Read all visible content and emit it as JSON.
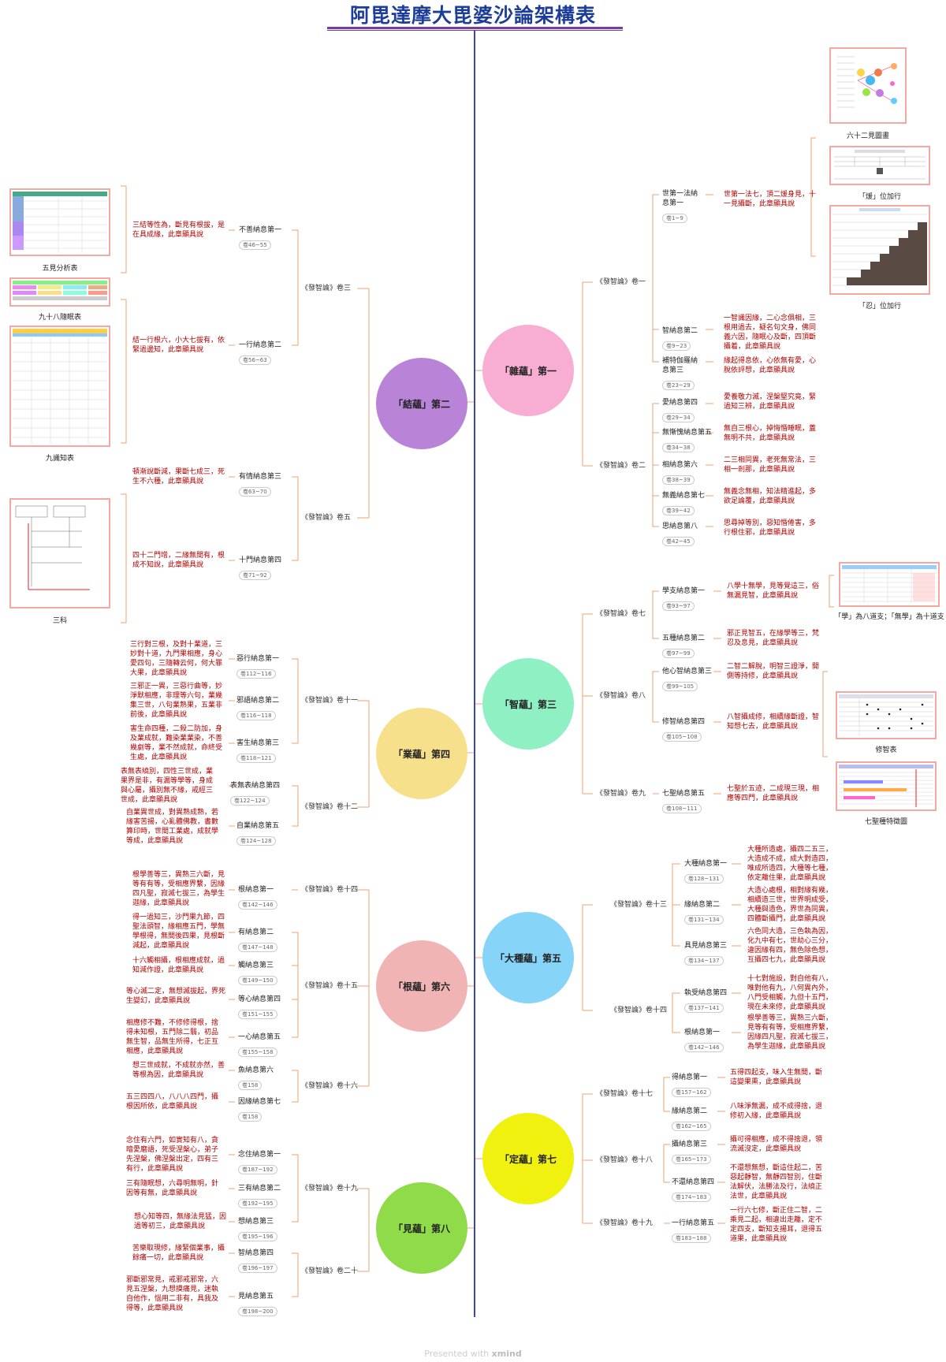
{
  "title": "阿毘達摩大毘婆沙論架構表",
  "footer": {
    "prefix": "Presented with",
    "brand": "xmind"
  },
  "skandhas": {
    "s1": "「雜蘊」第一",
    "s2": "「結蘊」第二",
    "s3": "「智蘊」第三",
    "s4": "「業蘊」第四",
    "s5": "「大種蘊」第五",
    "s6": "「根蘊」第六",
    "s7": "「定蘊」第七",
    "s8": "「見蘊」第八"
  },
  "books": {
    "b1": "《發智論》卷一",
    "b2": "《發智論》卷二",
    "b3": "《發智論》卷三",
    "b5": "《發智論》卷五",
    "b7": "《發智論》卷七",
    "b8": "《發智論》卷八",
    "b9": "《發智論》卷九",
    "b11": "《發智論》卷十一",
    "b12": "《發智論》卷十二",
    "b13": "《發智論》卷十三",
    "b14": "《發智論》卷十四",
    "b14b": "《發智論》卷十四",
    "b15": "《發智論》卷十五",
    "b16": "《發智論》卷十六",
    "b17": "《發智論》卷十七",
    "b18": "《發智論》卷十八",
    "b19": "《發智論》卷十九",
    "b19b": "《發智論》卷十九",
    "b20": "《發智論》卷二十"
  },
  "nodes": {
    "n11": {
      "label": "世第一法納息第一",
      "range": "卷1~9",
      "desc": "世第一法七，頂二煖身見，十一見攝斷，此章顯具說"
    },
    "n12": {
      "label": "智納息第二",
      "range": "卷9~23",
      "desc": "一智識因緣，二心念俱相，三根用過去，疑名句文身，佛同義六因，隨眠心及斷，四頂斷攝着，此章顯具說"
    },
    "n13": {
      "label": "補特伽羅納息第三",
      "range": "卷23~29",
      "desc": "緣起得息依，心依無有愛，心脫依評想，此章顯具說"
    },
    "n14": {
      "label": "愛納息第四",
      "range": "卷29~34",
      "desc": "愛養敬力滅，涅槃堅究竟，緊過知三辨，此章顯具說"
    },
    "n15": {
      "label": "無慚愧納息第五",
      "range": "卷34~38",
      "desc": "無自三根心，掉悔惛睡眠，蓋無明不共，此章顯具說"
    },
    "n16": {
      "label": "相納息第六",
      "range": "卷38~39",
      "desc": "二三相同異，老死無常法，三相一剎那，此章顯具說"
    },
    "n17": {
      "label": "無義納息第七",
      "range": "卷39~42",
      "desc": "無義念無相，知法精進起，多欲足論覆，此章顯具說"
    },
    "n18": {
      "label": "思納息第八",
      "range": "卷42~45",
      "desc": "思尋掉等別，惡知惛倦害，多行根住邪，此章顯具說"
    },
    "n21": {
      "label": "不善納息第一",
      "range": "卷46~55",
      "desc": "三結等性為，斷見有根拔，是在具成緣，此章顯具說"
    },
    "n22": {
      "label": "一行納息第二",
      "range": "卷56~63",
      "desc": "結一行根六，小大七拔有，依緊過邊知，此章顯具說"
    },
    "n23": {
      "label": "有情納息第三",
      "range": "卷63~70",
      "desc": "頓漸說斷減，果斷七成三，死生不六種，此章顯具說"
    },
    "n24": {
      "label": "十門納息第四",
      "range": "卷71~92",
      "desc": "四十二門增，二緣無間有，根成不知說，此章顯具說"
    },
    "n31": {
      "label": "學支納息第一",
      "range": "卷93~97",
      "desc": "八學十無學，見等覺這三，俗無漏見智，此章顯具說"
    },
    "n32": {
      "label": "五種納息第二",
      "range": "卷97~99",
      "desc": "邪正見智五，在緣學等三，梵忍及息見，此章顯具說"
    },
    "n33": {
      "label": "他心智納息第三",
      "range": "卷99~105",
      "desc": "二智二解脫，明智三證淨，開側等持修，此章顯具說"
    },
    "n34": {
      "label": "修智納息第四",
      "range": "卷105~108",
      "desc": "八智攝成修，相續緣斷證，智知想七去，此章顯具說"
    },
    "n35": {
      "label": "七聖納息第五",
      "range": "卷108~111",
      "desc": "七聖於五迹，二成現三現，相應等四門，此章顯具說"
    },
    "n41": {
      "label": "惡行納息第一",
      "range": "卷112~116",
      "desc": "三行對三根，及對十業道，三妙對十道，九門果相應，身心愛四句，三隨轉云何，何大罪大果，此章顯具說"
    },
    "n42": {
      "label": "邪語納息第二",
      "range": "卷116~118",
      "desc": "三邪正一異，三惡行曲等，妙淨默相應，非理等六句，業幾集三世，八句業熟果，五業非前後，此章顯具說"
    },
    "n43": {
      "label": "害生納息第三",
      "range": "卷118~121",
      "desc": "害生命四種，二殺二防加，身及業成就，難染業業染，不善幾劇等，業不然成就，命終受生處，此章顯具說"
    },
    "n44": {
      "label": "表無表納息第四",
      "range": "卷122~124",
      "desc": "表無表繞別，四性三世成，業果界是非，有漏等學等，身成與心屬，攝別無不緣，戒經三世成，此章顯具說"
    },
    "n45": {
      "label": "自業納息第五",
      "range": "卷124~128",
      "desc": "自業異世成，對異熟成熟，若緣害苦揚，心亂體佛教，書數算印時，世間工業處，成就學等成，此章顯具說"
    },
    "n51": {
      "label": "大種納息第一",
      "range": "卷128~131",
      "desc": "大種所造處，攝四二五三，大造成不成，成大對造四，唯成所造四，大種等七種，依定離住果，此章顯具說"
    },
    "n52": {
      "label": "緣納息第二",
      "range": "卷131~134",
      "desc": "大造心處根，相對緣有幾，相續造三世，世界明成受，大種與造色，界世為同異，四體斷攝門，此章顯具說"
    },
    "n53": {
      "label": "具見納息第三",
      "range": "卷134~137",
      "desc": "六色同大造，三色執為因，化九中有七，世劫心三分，違因緣有四，無色除色想，互攝四七九，此章顯具說"
    },
    "n54": {
      "label": "執受納息第四",
      "range": "卷137~141",
      "desc": "十七對施設，對自他有八，唯對他有九，八何異內外，八門受相觸，九但十五門，現在未來修，此章顯具說"
    },
    "n55": {
      "label": "根納息第一",
      "range": "卷142~146",
      "desc": "根學善等三，異熟三六斷，見等有有等，受相應界繫，因緣四凡聖，寂滅七拔三，為學生迦緣，此章顯具說"
    },
    "n61": {
      "label": "根納息第一",
      "range": "卷142~146",
      "desc": "根學善等三，異熟三六斷，見等有有等，受相應界繫，因緣四凡聖，寂滅七拔三，為學生迦緣，此章顯具說"
    },
    "n62": {
      "label": "有納息第二",
      "range": "卷147~148",
      "desc": "得一過知三，沙門果九節，四聖法頭智，緣相應五門，學無學根得，無間後四果，見根斷減起，此章顯具說"
    },
    "n63": {
      "label": "觸納息第三",
      "range": "卷149~150",
      "desc": "十六觸相攝，根相應成就，過知減作證，此章顯具說"
    },
    "n64": {
      "label": "等心納息第四",
      "range": "卷151~155",
      "desc": "等心滅二定，無想滅拔起，界死生變幻，此章顯具說"
    },
    "n65": {
      "label": "一心納息第五",
      "range": "卷155~158",
      "desc": "相應修不難，不修修得根，捨得未知根，五門除二翳，初品無生智，品無生所得，七正互相應，此章顯具說"
    },
    "n66": {
      "label": "魚納息第六",
      "range": "卷158",
      "desc": "想三世成就，不成就亦然，善等根為因，此章顯具說"
    },
    "n67": {
      "label": "因緣納息第七",
      "range": "卷158",
      "desc": "五三四四八，八八八四門，攝根因所依，此章顯具說"
    },
    "n71": {
      "label": "得納息第一",
      "range": "卷157~162",
      "desc": "五得四起支，味入生無間，斷這變果熏，此章顯具說"
    },
    "n72": {
      "label": "緣納息第二",
      "range": "卷162~165",
      "desc": "八味淨無漏，成不成得捨，退修初入緣，此章顯具說"
    },
    "n73": {
      "label": "攝納息第三",
      "range": "卷165~173",
      "desc": "攝可得相應，成不得捨退，領流滅沒定，此章顯具說"
    },
    "n74": {
      "label": "不還納息第四",
      "range": "卷174~183",
      "desc": "不還想無想，斷這住起二，苦惡起靜智，無靜四智別，住斷法解伏，法勝法及行，法繞正法世，此章顯具說"
    },
    "n75": {
      "label": "一行納息第五",
      "range": "卷183~188",
      "desc": "一行六七修，斷正住二智，二乘見二起，相違出走離，定不定四支，斷知支揚耳，退得五道果，此章顯具說"
    },
    "n81": {
      "label": "念住納息第一",
      "range": "卷187~192",
      "desc": "念住有六門，如實知有八，貪暗愛磨語，死受涅槃心，弟子先涅槃，佛涅槃出定，四有三有行，此章顯具說"
    },
    "n82": {
      "label": "三有納息第二",
      "range": "卷192~195",
      "desc": "三有隨眠想，六尋明無明，針因等有無，此章顯具說"
    },
    "n83": {
      "label": "想納息第三",
      "range": "卷195~196",
      "desc": "想心知等四，無緣法見猛，因過等初三，此章顯具說"
    },
    "n84": {
      "label": "智納息第四",
      "range": "卷196~197",
      "desc": "苦樂取現修，緣緊個業事，攝餘痛一切，此章顯具說"
    },
    "n85": {
      "label": "見納息第五",
      "range": "卷198~200",
      "desc": "邪斷邪常見，戒邪戒邪常，六見五涅槃，九想摸痛見，迷執自他作，惱用二非有，具我及得等，此章顯具說"
    }
  },
  "thumbnails": {
    "t1": "五見分析表",
    "t2": "九十八隨眠表",
    "t3": "九識知表",
    "t4": "三科",
    "t5": "六十二見圖畫",
    "t6": "「煖」位加行",
    "t7": "「忍」位加行",
    "t8": "「學」為八道支；「無學」為十道支",
    "t9": "修智表",
    "t10": "七聖種特徵圖"
  },
  "colors": {
    "s1": "#f8aed2",
    "s2": "#b983d8",
    "s3": "#8ff0c4",
    "s4": "#f6e08c",
    "s5": "#86d4f8",
    "s6": "#f0b4b4",
    "s7": "#f1f10f",
    "s8": "#8fdb4a",
    "spine": "#3949ab",
    "branch": "#f0a070",
    "desc": "#b00000"
  }
}
